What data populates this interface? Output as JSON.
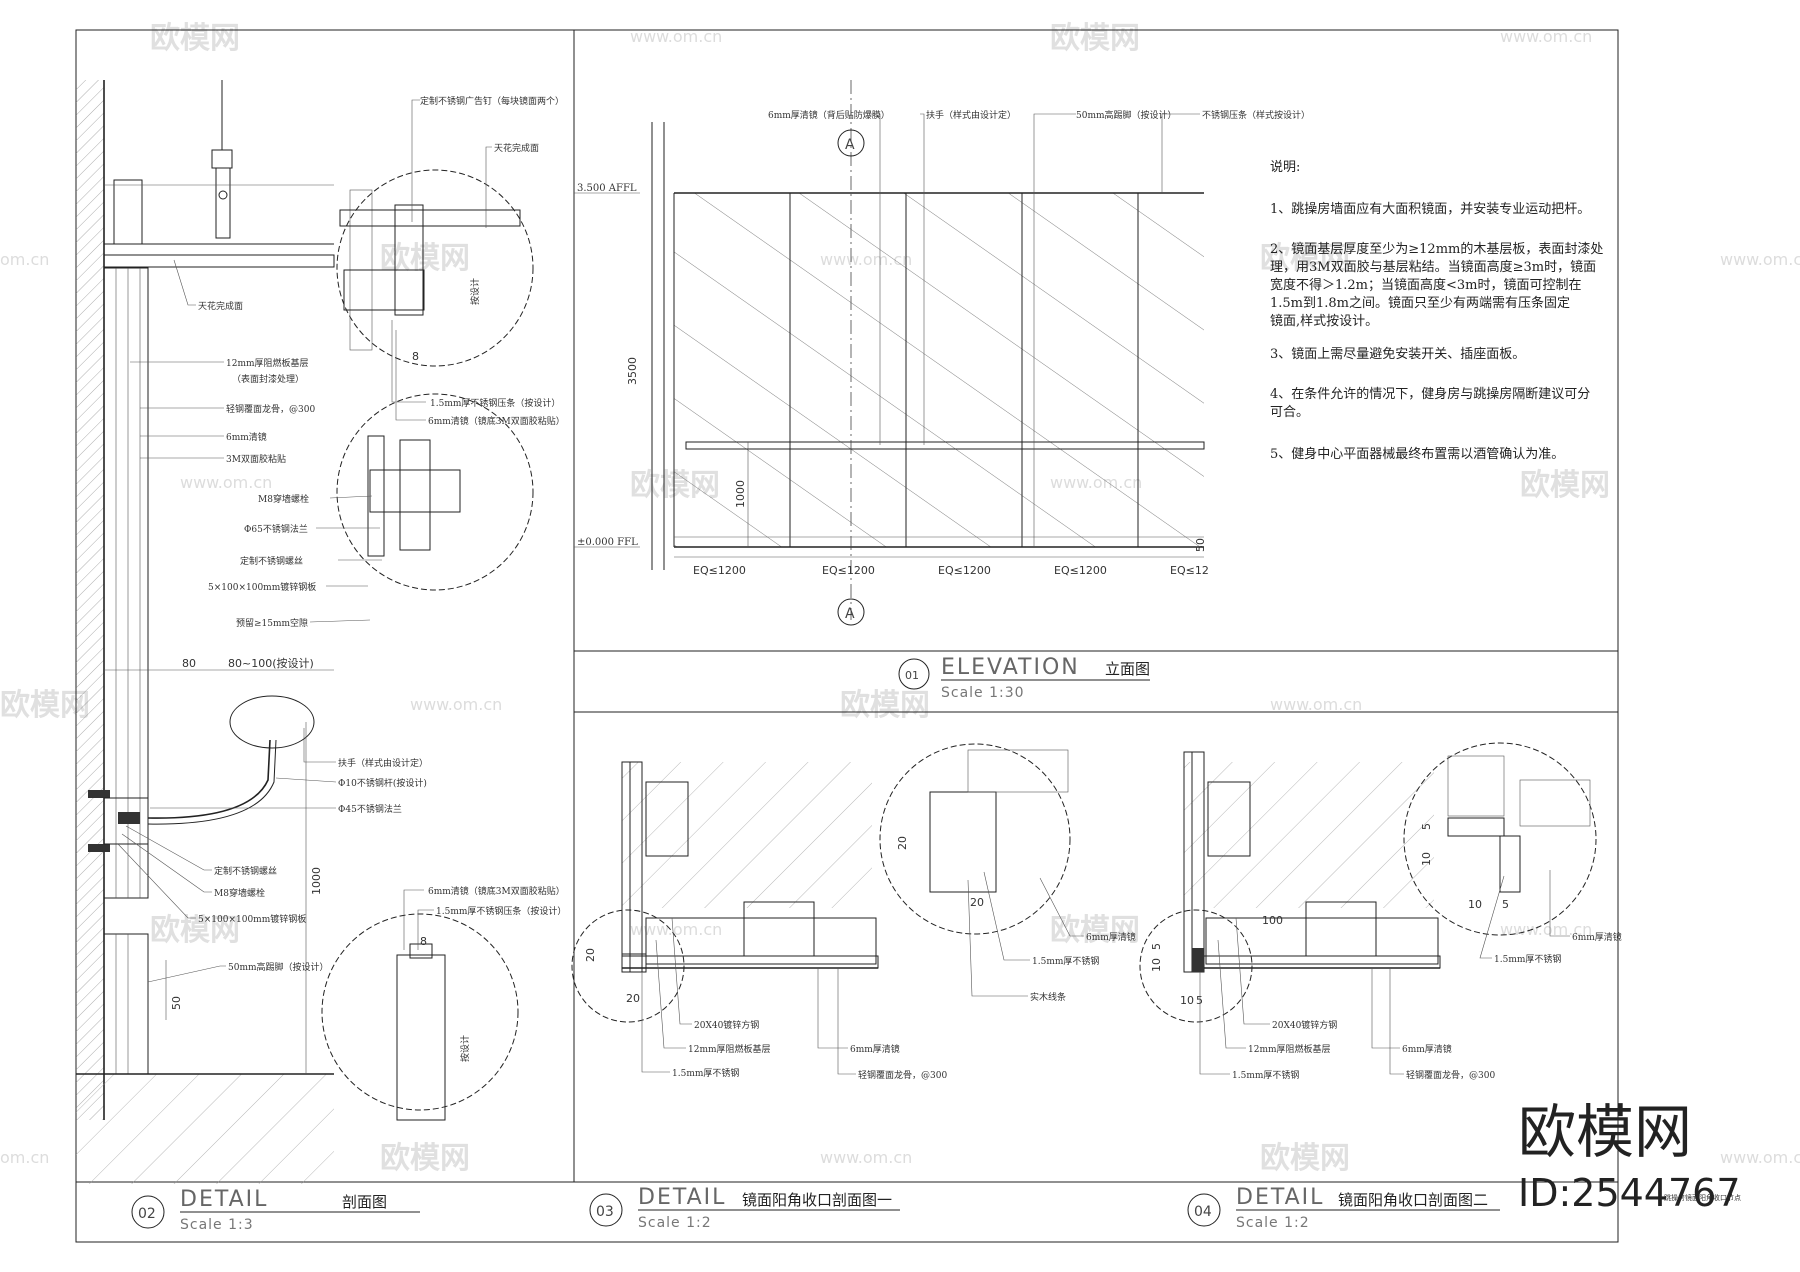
{
  "watermark": {
    "brand": "欧模网",
    "site": "www.om.cn",
    "site_short": "om.cn"
  },
  "brand_overlay": {
    "name": "欧模网",
    "id": "ID:2544767"
  },
  "elevation": {
    "marker": "A",
    "level_top": "3.500 AFFL",
    "level_floor": "±0.000 FFL",
    "height_dim": "3500",
    "rail_dim": "1000",
    "bay_dims": [
      "EQ≤1200",
      "EQ≤1200",
      "EQ≤1200",
      "EQ≤1200",
      "EQ≤12"
    ],
    "edge_dim": "50",
    "labels": {
      "mirror": "6mm厚清镜（背后贴防爆膜）",
      "handrail": "扶手（样式由设计定）",
      "skirting": "50mm高踢脚（按设计）",
      "trim": "不锈钢压条（样式按设计）"
    },
    "title": {
      "num": "01",
      "en": "ELEVATION",
      "cn": "立面图",
      "scale": "Scale 1:30"
    }
  },
  "notes": {
    "heading": "说明:",
    "items": [
      [
        "1、跳操房墙面应有大面积镜面，并安装专业运动把杆。"
      ],
      [
        "2、镜面基层厚度至少为≥12mm的木基层板，表面封漆处",
        "理，用3M双面胶与基层粘结。当镜面高度≥3m时，镜面",
        "宽度不得＞1.2m；当镜面高度<3m时，镜面可控制在",
        "1.5m到1.8m之间。镜面只至少有两端需有压条固定",
        "镜面,样式按设计。"
      ],
      [
        "3、镜面上需尽量避免安装开关、插座面板。"
      ],
      [
        "4、在条件允许的情况下，健身房与跳操房隔断建议可分",
        "可合。"
      ],
      [
        "5、健身中心平面器械最终布置需以酒管确认为准。"
      ]
    ]
  },
  "section": {
    "labels": {
      "screw": "定制不锈钢广告钉（每块镜面两个）",
      "ceiling_line": "天花完成面",
      "ceiling_line2": "天花完成面",
      "board": "12mm厚阻燃板基层",
      "board_note": "（表面封漆处理）",
      "keel": "轻钢覆面龙骨，@300",
      "mirror": "6mm清镜",
      "tape": "3M双面胶粘贴",
      "trim": "1.5mm厚不锈钢压条（按设计）",
      "mirror2": "6mm清镜（镜底3M双面胶粘贴）",
      "bolt": "M8穿墙螺栓",
      "flange": "Φ65不锈钢法兰",
      "nut": "定制不锈钢螺丝",
      "plate": "5×100×100mm镀锌钢板",
      "gap": "预留≥15mm空隙",
      "handrail": "扶手（样式由设计定）",
      "rod": "Φ10不锈钢杆(按设计)",
      "flange2": "Φ45不锈钢法兰",
      "nut2": "定制不锈钢螺丝",
      "bolt2": "M8穿墙螺栓",
      "plate2": "5×100×100mm镀锌钢板",
      "skirting": "50mm高踢脚（按设计）",
      "mirror3": "6mm清镜（镜底3M双面胶粘贴）",
      "trim2": "1.5mm厚不锈钢压条（按设计）",
      "design": "按设计",
      "design2": "按设计"
    },
    "dims": {
      "d80": "80",
      "d80_100": "80~100(按设计)",
      "d1000": "1000",
      "d50": "50",
      "d8": "8",
      "d8b": "8"
    },
    "title": {
      "num": "02",
      "en": "DETAIL",
      "cn": "剖面图",
      "scale": "Scale 1:3"
    }
  },
  "corner1": {
    "labels": {
      "tube": "20X40镀锌方钢",
      "board": "12mm厚阻燃板基层",
      "steel": "1.5mm厚不锈钢",
      "mirror": "6mm厚清镜",
      "keel": "轻钢覆面龙骨，@300",
      "steel2": "1.5mm厚不锈钢",
      "wood": "实木线条",
      "mirror2": "6mm厚清镜"
    },
    "dims": {
      "d20a": "20",
      "d20b": "20",
      "d20c": "20",
      "d20d": "20"
    },
    "title": {
      "num": "03",
      "en": "DETAIL",
      "cn": "镜面阳角收口剖面图一",
      "scale": "Scale 1:2"
    }
  },
  "corner2": {
    "labels": {
      "tube": "20X40镀锌方钢",
      "board": "12mm厚阻燃板基层",
      "steel": "1.5mm厚不锈钢",
      "mirror": "6mm厚清镜",
      "keel": "轻钢覆面龙骨，@300",
      "steel2": "1.5mm厚不锈钢",
      "mirror2": "6mm厚清镜"
    },
    "dims": {
      "d100": "100",
      "d10a": "10",
      "d5a": "5",
      "d10b": "10",
      "d5b": "5",
      "d10c": "10",
      "d5c": "5",
      "d10d": "10"
    },
    "title": {
      "num": "04",
      "en": "DETAIL",
      "cn": "镜面阳角收口剖面图二",
      "scale": "Scale 1:2"
    }
  },
  "footer_tiny": "跳操房镜面阳角收口节点"
}
